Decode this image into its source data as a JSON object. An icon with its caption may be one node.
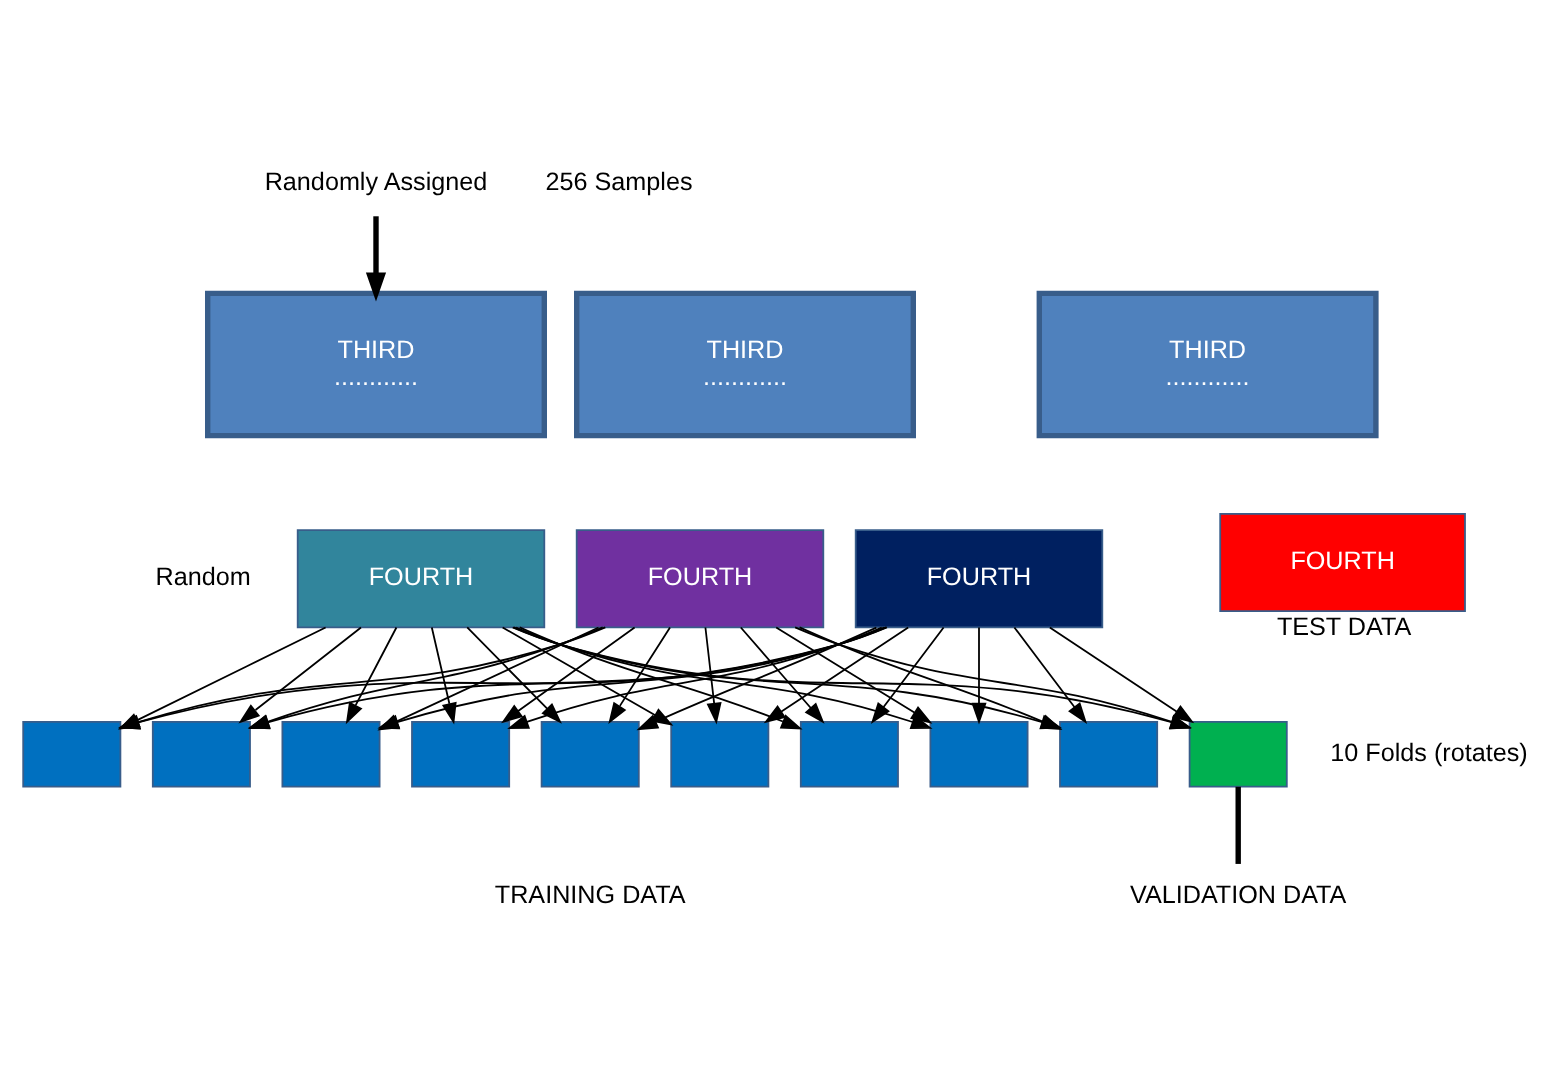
{
  "diagram": {
    "nodes": [
      {
        "text": [
          "Randomly Assigned"
        ]
      },
      {
        "text": [
          "THIRD",
          "............"
        ]
      },
      {
        "text": [
          "THIRD",
          "............"
        ]
      },
      {
        "text": [
          "THIRD",
          "............"
        ]
      },
      {
        "text": [
          "FOURTH"
        ]
      },
      {
        "text": [
          "FOURTH"
        ]
      },
      {
        "text": [
          "FOURTH"
        ]
      },
      {
        "text": [
          "FOURTH"
        ],
        "beside": [
          "TEST DATA"
        ]
      },
      {
        "text": [],
        "shape": "box"
      },
      {
        "text": [],
        "shape": "box"
      },
      {
        "text": [],
        "shape": "box"
      },
      {
        "text": [],
        "shape": "box"
      },
      {
        "text": [],
        "shape": "box"
      },
      {
        "text": [],
        "shape": "box"
      },
      {
        "text": [],
        "shape": "box"
      },
      {
        "text": [],
        "shape": "box"
      },
      {
        "text": [],
        "shape": "box"
      },
      {
        "text": [],
        "shape": "box"
      },
      {
        "text": [
          "VALIDATION DATA"
        ]
      }
    ],
    "edges": [
      {
        "from": 0,
        "to": 1,
        "arrow": "to",
        "style": "thick"
      },
      {
        "from": 4,
        "to": 8,
        "arrow": "to"
      },
      {
        "from": 4,
        "to": 9,
        "arrow": "to"
      },
      {
        "from": 4,
        "to": 10,
        "arrow": "to"
      },
      {
        "from": 4,
        "to": 11,
        "arrow": "to"
      },
      {
        "from": 4,
        "to": 12,
        "arrow": "to"
      },
      {
        "from": 4,
        "to": 13,
        "arrow": "to"
      },
      {
        "from": 4,
        "to": 14,
        "arrow": "to"
      },
      {
        "from": 4,
        "to": 15,
        "arrow": "to"
      },
      {
        "from": 4,
        "to": 16,
        "arrow": "to"
      },
      {
        "from": 4,
        "to": 17,
        "arrow": "to"
      },
      {
        "from": 5,
        "to": 8,
        "arrow": "to"
      },
      {
        "from": 5,
        "to": 9,
        "arrow": "to"
      },
      {
        "from": 5,
        "to": 10,
        "arrow": "to"
      },
      {
        "from": 5,
        "to": 11,
        "arrow": "to"
      },
      {
        "from": 5,
        "to": 12,
        "arrow": "to"
      },
      {
        "from": 5,
        "to": 13,
        "arrow": "to"
      },
      {
        "from": 5,
        "to": 14,
        "arrow": "to"
      },
      {
        "from": 5,
        "to": 15,
        "arrow": "to"
      },
      {
        "from": 5,
        "to": 16,
        "arrow": "to"
      },
      {
        "from": 5,
        "to": 17,
        "arrow": "to"
      },
      {
        "from": 6,
        "to": 8,
        "arrow": "to"
      },
      {
        "from": 6,
        "to": 9,
        "arrow": "to"
      },
      {
        "from": 6,
        "to": 10,
        "arrow": "to"
      },
      {
        "from": 6,
        "to": 11,
        "arrow": "to"
      },
      {
        "from": 6,
        "to": 12,
        "arrow": "to"
      },
      {
        "from": 6,
        "to": 13,
        "arrow": "to"
      },
      {
        "from": 6,
        "to": 14,
        "arrow": "to"
      },
      {
        "from": 6,
        "to": 15,
        "arrow": "to"
      },
      {
        "from": 6,
        "to": 16,
        "arrow": "to"
      },
      {
        "from": 6,
        "to": 17,
        "arrow": "to"
      },
      {
        "from": 17,
        "to": 18,
        "arrow": "none",
        "style": "thick"
      }
    ],
    "labels": [
      "256 Samples",
      "Random",
      "10 Folds (rotates)",
      "TRAINING DATA"
    ]
  }
}
